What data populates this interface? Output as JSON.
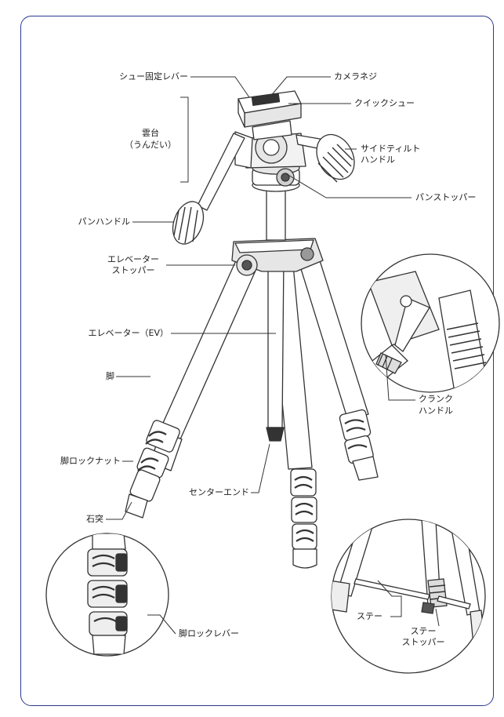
{
  "diagram": {
    "frame_color": "#2b3a8f",
    "line_color": "#333333",
    "labels": {
      "shoe_lock_lever": "シュー固定レバー",
      "camera_screw": "カメラネジ",
      "quick_shoe": "クイックシュー",
      "head_line1": "雲台",
      "head_line2": "（うんだい）",
      "side_tilt_line1": "サイドティルト",
      "side_tilt_line2": "ハンドル",
      "pan_stopper": "パンストッパー",
      "pan_handle": "パンハンドル",
      "elevator_stopper_line1": "エレベーター",
      "elevator_stopper_line2": "ストッパー",
      "elevator": "エレベーター（EV）",
      "leg": "脚",
      "crank_line1": "クランク",
      "crank_line2": "ハンドル",
      "leg_lock_nut": "脚ロックナット",
      "center_end": "センターエンド",
      "stone_tip": "石突",
      "stay": "ステー",
      "stay_stopper_line1": "ステー",
      "stay_stopper_line2": "ストッパー",
      "leg_lock_lever": "脚ロックレバー"
    }
  }
}
